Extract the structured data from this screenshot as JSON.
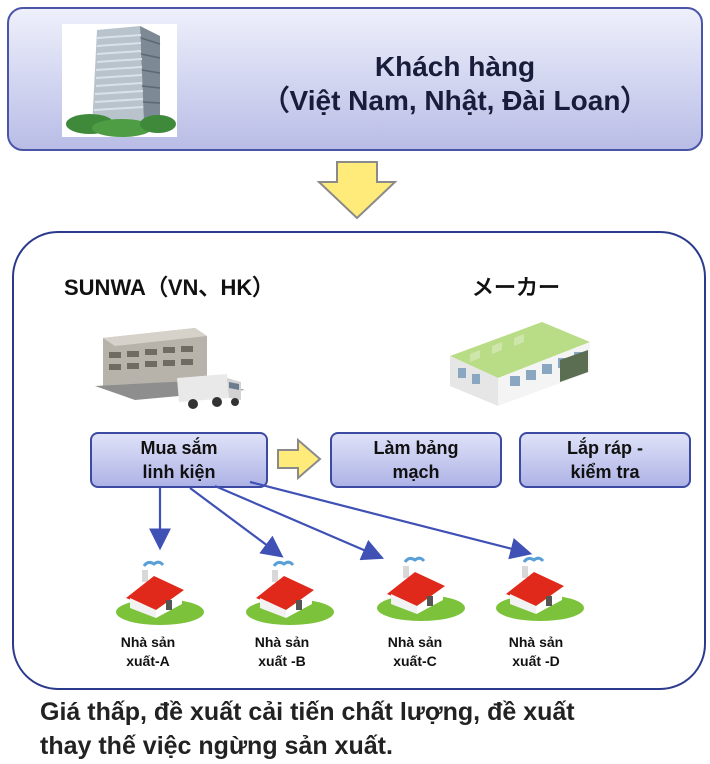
{
  "customer": {
    "title_line1": "Khách hàng",
    "title_line2": "（Việt Nam, Nhật, Đài Loan）"
  },
  "sunwa": {
    "heading": "SUNWA（VN、HK）"
  },
  "maker": {
    "heading": "メーカー"
  },
  "processes": {
    "purchase": [
      "Mua sắm",
      "linh kiện"
    ],
    "pcb": [
      "Làm bảng",
      "mạch"
    ],
    "assembly": [
      "Lắp ráp -",
      "kiểm tra"
    ]
  },
  "suppliers": [
    {
      "line1": "Nhà sản",
      "line2": "xuất-A"
    },
    {
      "line1": "Nhà sản",
      "line2": "xuất -B"
    },
    {
      "line1": "Nhà sản",
      "line2": "xuất-C"
    },
    {
      "line1": "Nhà sản",
      "line2": "xuất -D"
    }
  ],
  "footer": {
    "line1": "Giá thấp, đề xuất cải tiến chất lượng, đề xuất",
    "line2": "thay thế việc ngừng sản xuất."
  },
  "colors": {
    "border": "#2b3a8c",
    "arrow_yellow": "#ffeb7a",
    "roof_red": "#e0281b",
    "grass_green": "#7cc23a",
    "connector_blue": "#3f51b5"
  }
}
